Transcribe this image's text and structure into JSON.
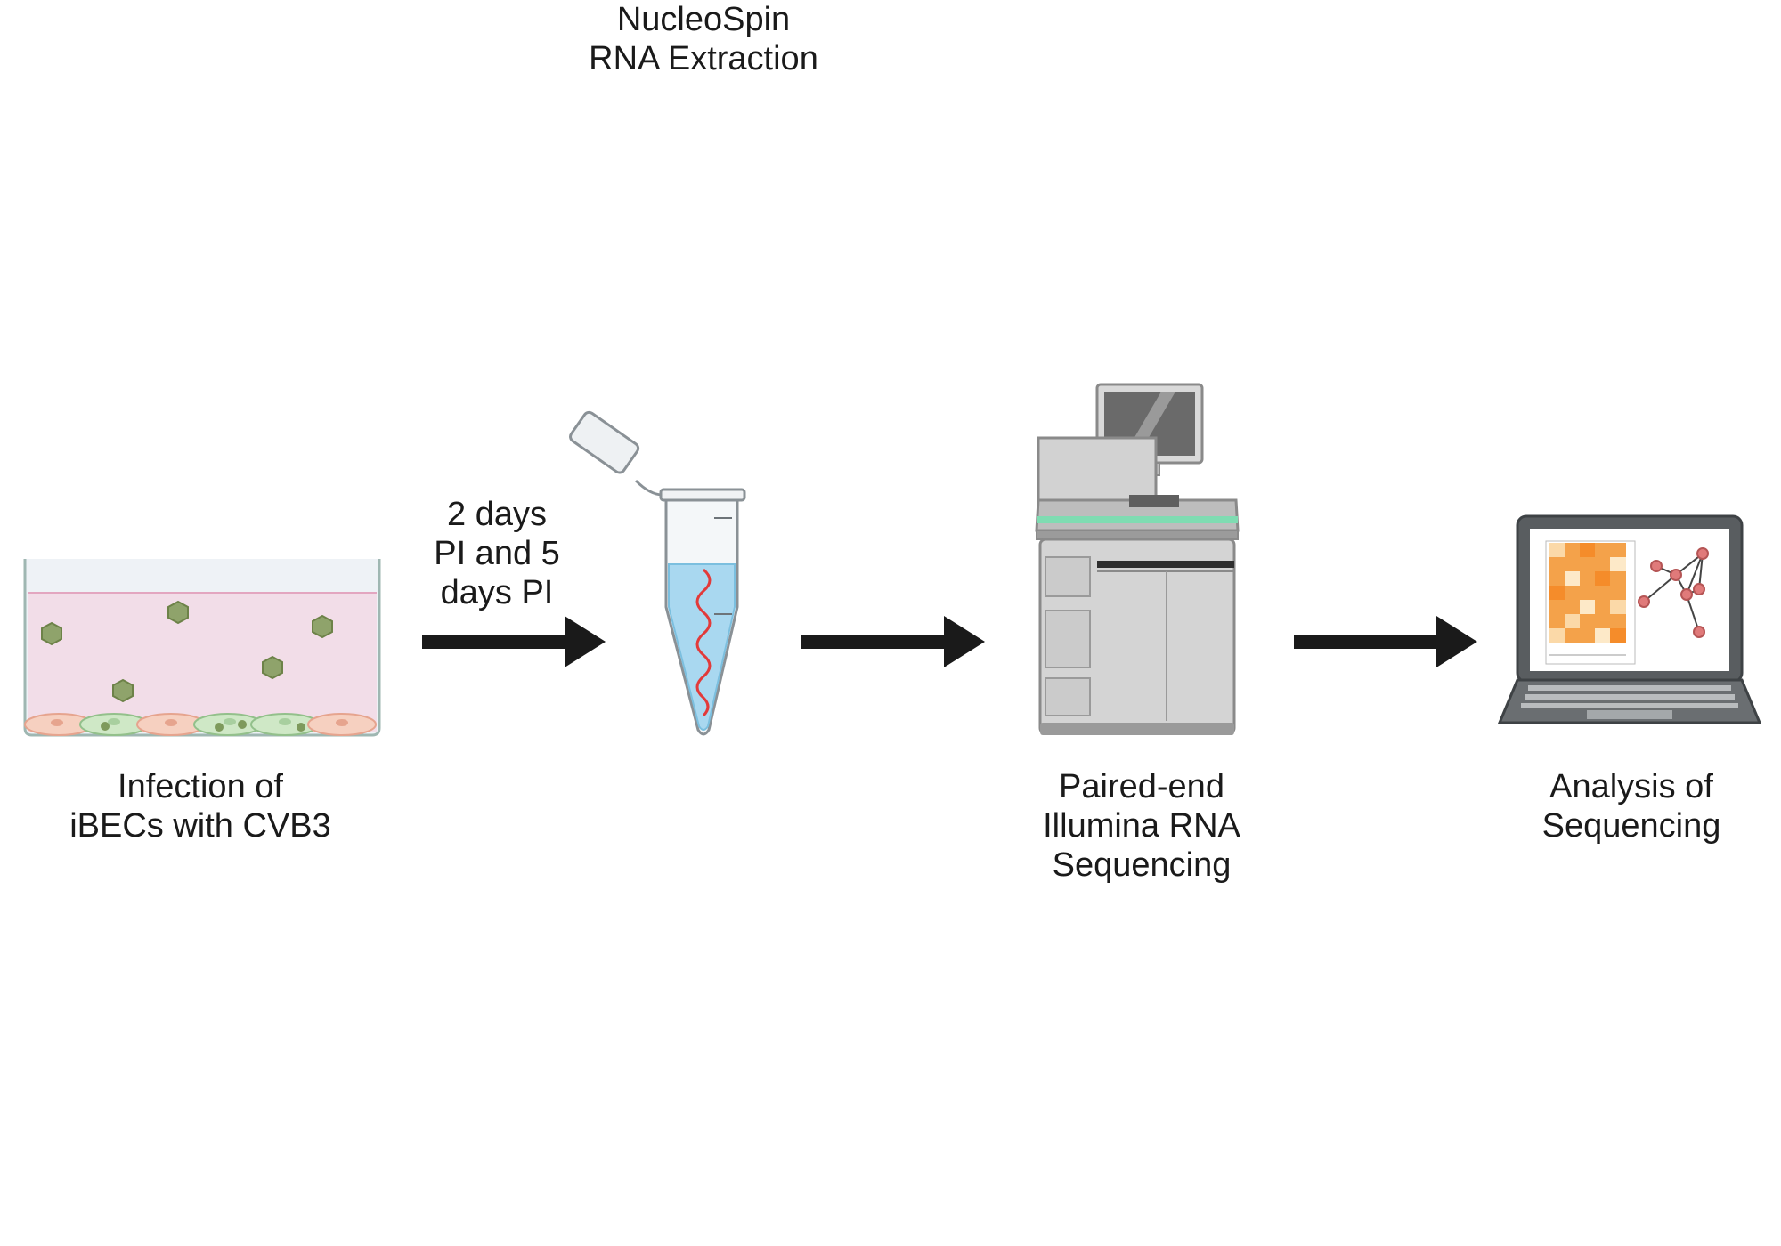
{
  "steps": [
    {
      "id": "infection",
      "line1": "Infection of",
      "line2": "iBECs with CVB3",
      "icon": "culture-dish-icon"
    },
    {
      "id": "extraction",
      "line1": "NucleoSpin",
      "line2": "RNA Extraction",
      "icon": "microcentrifuge-tube-icon"
    },
    {
      "id": "sequencing",
      "line1": "Paired-end",
      "line2": "Illumina RNA",
      "line3": "Sequencing",
      "icon": "sequencer-machine-icon"
    },
    {
      "id": "analysis",
      "line1": "Analysis of",
      "line2": "Sequencing",
      "icon": "laptop-icon"
    }
  ],
  "arrows": [
    {
      "line1": "2 days",
      "line2": "PI and 5",
      "line3": "days PI"
    },
    {},
    {}
  ],
  "colors": {
    "arrow": "#1a1a1a",
    "media": "#f2dde8",
    "cell_pink": "#f6d0c0",
    "cell_green": "#cfe8c6",
    "virus": "#8fa36b",
    "rna": "#e23a3a",
    "liquid": "#a9d8f0",
    "machine_gray": "#d4d4d4",
    "machine_accent": "#7fdcb2",
    "heatmap_orange": "#f4a24a",
    "network_node": "#e07a7a"
  }
}
